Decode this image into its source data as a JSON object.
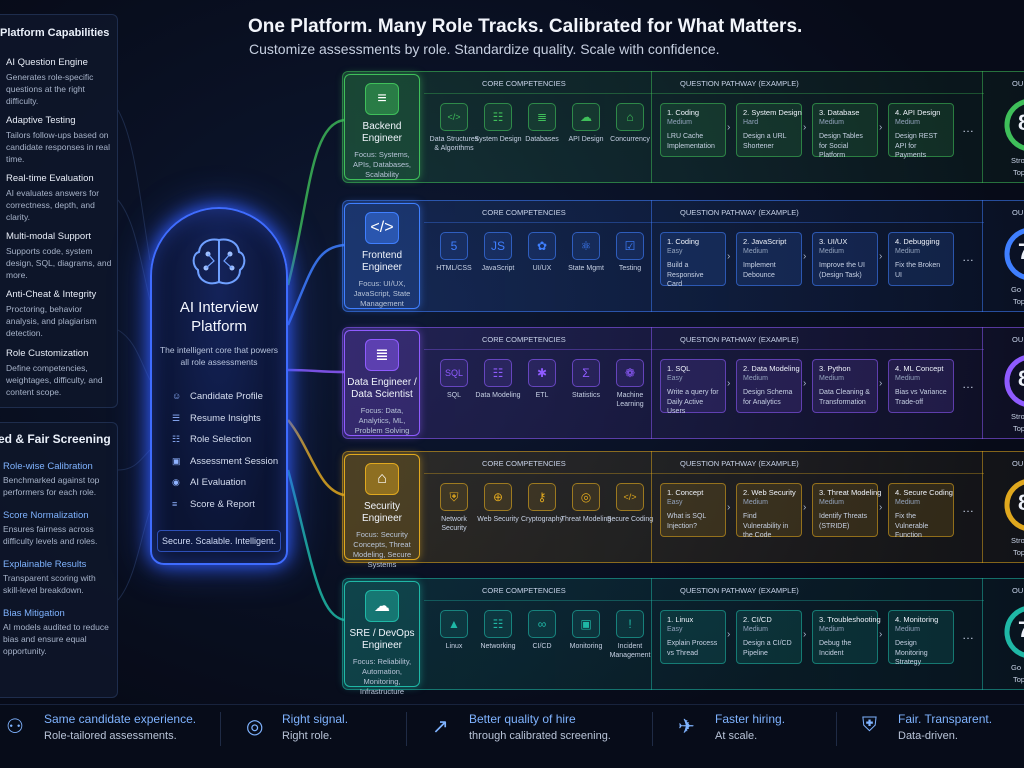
{
  "header": {
    "title": "One Platform. Many Role Tracks. Calibrated for What Matters.",
    "subtitle": "Customize assessments by role. Standardize quality. Scale with confidence."
  },
  "capabilities": {
    "heading": "Platform Capabilities",
    "items": [
      {
        "title": "AI Question Engine",
        "desc": "Generates role-specific questions at the right difficulty."
      },
      {
        "title": "Adaptive Testing",
        "desc": "Tailors follow-ups based on candidate responses in real time."
      },
      {
        "title": "Real-time Evaluation",
        "desc": "AI evaluates answers for correctness, depth, and clarity."
      },
      {
        "title": "Multi-modal Support",
        "desc": "Supports code, system design, SQL, diagrams, and more."
      },
      {
        "title": "Anti-Cheat & Integrity",
        "desc": "Proctoring, behavior analysis, and plagiarism detection."
      },
      {
        "title": "Role Customization",
        "desc": "Define competencies, weightages, difficulty, and content scope."
      }
    ]
  },
  "fairness": {
    "heading": "ed & Fair Screening",
    "items": [
      {
        "title": "Role-wise Calibration",
        "desc": "Benchmarked against top performers for each role."
      },
      {
        "title": "Score Normalization",
        "desc": "Ensures fairness across difficulty levels and roles."
      },
      {
        "title": "Explainable Results",
        "desc": "Transparent scoring with skill-level breakdown."
      },
      {
        "title": "Bias Mitigation",
        "desc": "AI models audited to reduce bias and ensure equal opportunity."
      }
    ]
  },
  "core": {
    "title_line1": "AI Interview",
    "title_line2": "Platform",
    "subtitle": "The intelligent core that powers all role assessments",
    "list": [
      {
        "icon": "user-icon",
        "glyph": "☺",
        "label": "Candidate Profile"
      },
      {
        "icon": "document-icon",
        "glyph": "☰",
        "label": "Resume Insights"
      },
      {
        "icon": "tree-icon",
        "glyph": "☷",
        "label": "Role Selection"
      },
      {
        "icon": "screen-icon",
        "glyph": "▣",
        "label": "Assessment Session"
      },
      {
        "icon": "robot-icon",
        "glyph": "◉",
        "label": "AI Evaluation"
      },
      {
        "icon": "report-icon",
        "glyph": "≡",
        "label": "Score & Report"
      }
    ],
    "tagline": "Secure. Scalable. Intelligent."
  },
  "labels": {
    "core_competencies": "CORE COMPETENCIES",
    "question_pathway": "QUESTION PATHWAY (EXAMPLE)",
    "score_head": "OU",
    "dots": "…"
  },
  "roles": [
    {
      "key": "backend",
      "accent": "#3fbf5a",
      "name": "Backend Engineer",
      "icon_glyph": "≡",
      "focus": "Focus: Systems, APIs, Databases, Scalability",
      "competencies": [
        {
          "icon": "code-icon",
          "glyph": "</>",
          "label": "Data Structures & Algorithms"
        },
        {
          "icon": "system-design-icon",
          "glyph": "☷",
          "label": "System Design"
        },
        {
          "icon": "database-icon",
          "glyph": "≣",
          "label": "Databases"
        },
        {
          "icon": "api-cloud-icon",
          "glyph": "☁",
          "label": "API Design"
        },
        {
          "icon": "lock-icon",
          "glyph": "⌂",
          "label": "Concurrency"
        }
      ],
      "questions": [
        {
          "title": "1. Coding",
          "level": "Medium",
          "desc": "LRU Cache Implementation"
        },
        {
          "title": "2. System Design",
          "level": "Hard",
          "desc": "Design a URL Shortener"
        },
        {
          "title": "3. Database",
          "level": "Medium",
          "desc": "Design Tables for Social Platform"
        },
        {
          "title": "4. API Design",
          "level": "Medium",
          "desc": "Design REST API for Payments"
        }
      ],
      "score": "8",
      "score_label_1": "Stro",
      "score_label_2": "Top"
    },
    {
      "key": "frontend",
      "accent": "#3f7fff",
      "name": "Frontend Engineer",
      "icon_glyph": "</>",
      "focus": "Focus: UI/UX, JavaScript, State Management",
      "competencies": [
        {
          "icon": "html5-icon",
          "glyph": "5",
          "label": "HTML/CSS"
        },
        {
          "icon": "javascript-icon",
          "glyph": "JS",
          "label": "JavaScript"
        },
        {
          "icon": "palette-icon",
          "glyph": "✿",
          "label": "UI/UX"
        },
        {
          "icon": "react-icon",
          "glyph": "⚛",
          "label": "State Mgmt"
        },
        {
          "icon": "clipboard-icon",
          "glyph": "☑",
          "label": "Testing"
        }
      ],
      "questions": [
        {
          "title": "1. Coding",
          "level": "Easy",
          "desc": "Build a Responsive Card"
        },
        {
          "title": "2. JavaScript",
          "level": "Medium",
          "desc": "Implement Debounce"
        },
        {
          "title": "3. UI/UX",
          "level": "Medium",
          "desc": "Improve the UI (Design Task)"
        },
        {
          "title": "4. Debugging",
          "level": "Medium",
          "desc": "Fix the Broken UI"
        }
      ],
      "score": "7",
      "score_label_1": "Go",
      "score_label_2": "Top"
    },
    {
      "key": "data",
      "accent": "#8f5bff",
      "name": "Data Engineer / Data Scientist",
      "icon_glyph": "≣",
      "focus": "Focus: Data, Analytics, ML, Problem Solving",
      "competencies": [
        {
          "icon": "sql-icon",
          "glyph": "SQL",
          "label": "SQL"
        },
        {
          "icon": "data-model-icon",
          "glyph": "☷",
          "label": "Data Modeling"
        },
        {
          "icon": "etl-icon",
          "glyph": "✱",
          "label": "ETL"
        },
        {
          "icon": "sigma-icon",
          "glyph": "Σ",
          "label": "Statistics"
        },
        {
          "icon": "brain-icon",
          "glyph": "❁",
          "label": "Machine Learning"
        }
      ],
      "questions": [
        {
          "title": "1. SQL",
          "level": "Easy",
          "desc": "Write a query for Daily Active Users"
        },
        {
          "title": "2. Data Modeling",
          "level": "Medium",
          "desc": "Design Schema for Analytics"
        },
        {
          "title": "3. Python",
          "level": "Medium",
          "desc": "Data Cleaning & Transformation"
        },
        {
          "title": "4. ML Concept",
          "level": "Medium",
          "desc": "Bias vs Variance Trade-off"
        }
      ],
      "score": "8",
      "score_label_1": "Stro",
      "score_label_2": "Top"
    },
    {
      "key": "security",
      "accent": "#e0a81e",
      "name": "Security Engineer",
      "icon_glyph": "⌂",
      "focus": "Focus: Security Concepts, Threat Modeling, Secure Systems",
      "competencies": [
        {
          "icon": "shield-icon",
          "glyph": "⛨",
          "label": "Network Security"
        },
        {
          "icon": "globe-icon",
          "glyph": "⊕",
          "label": "Web Security"
        },
        {
          "icon": "key-icon",
          "glyph": "⚷",
          "label": "Cryptography"
        },
        {
          "icon": "target-icon",
          "glyph": "◎",
          "label": "Threat Modeling"
        },
        {
          "icon": "secure-code-icon",
          "glyph": "</>",
          "label": "Secure Coding"
        }
      ],
      "questions": [
        {
          "title": "1. Concept",
          "level": "Easy",
          "desc": "What is SQL Injection?"
        },
        {
          "title": "2. Web Security",
          "level": "Medium",
          "desc": "Find Vulnerability in the Code"
        },
        {
          "title": "3. Threat Modeling",
          "level": "Medium",
          "desc": "Identify Threats (STRIDE)"
        },
        {
          "title": "4. Secure Coding",
          "level": "Medium",
          "desc": "Fix the Vulnerable Function"
        }
      ],
      "score": "8",
      "score_label_1": "Stro",
      "score_label_2": "Top"
    },
    {
      "key": "sre",
      "accent": "#1fb8a6",
      "name": "SRE / DevOps Engineer",
      "icon_glyph": "☁",
      "focus": "Focus: Reliability, Automation, Monitoring, Infrastructure",
      "competencies": [
        {
          "icon": "linux-icon",
          "glyph": "▲",
          "label": "Linux"
        },
        {
          "icon": "network-icon",
          "glyph": "☷",
          "label": "Networking"
        },
        {
          "icon": "infinity-icon",
          "glyph": "∞",
          "label": "CI/CD"
        },
        {
          "icon": "monitor-icon",
          "glyph": "▣",
          "label": "Monitoring"
        },
        {
          "icon": "alert-icon",
          "glyph": "!",
          "label": "Incident Management"
        }
      ],
      "questions": [
        {
          "title": "1. Linux",
          "level": "Easy",
          "desc": "Explain Process vs Thread"
        },
        {
          "title": "2. CI/CD",
          "level": "Medium",
          "desc": "Design a CI/CD Pipeline"
        },
        {
          "title": "3. Troubleshooting",
          "level": "Medium",
          "desc": "Debug the Incident"
        },
        {
          "title": "4. Monitoring",
          "level": "Medium",
          "desc": "Design Monitoring Strategy"
        }
      ],
      "score": "7",
      "score_label_1": "Go",
      "score_label_2": "Top"
    }
  ],
  "bottom": [
    {
      "icon": "people-icon",
      "glyph": "⚇",
      "title": "Same candidate experience.",
      "sub": "Role-tailored assessments."
    },
    {
      "icon": "target-icon",
      "glyph": "◎",
      "title": "Right signal.",
      "sub": "Right role."
    },
    {
      "icon": "chart-up-icon",
      "glyph": "↗",
      "title": "Better quality of hire",
      "sub": "through calibrated screening."
    },
    {
      "icon": "rocket-icon",
      "glyph": "✈",
      "title": "Faster hiring.",
      "sub": "At scale."
    },
    {
      "icon": "shield-check-icon",
      "glyph": "⛨",
      "title": "Fair. Transparent.",
      "sub": "Data-driven."
    }
  ]
}
